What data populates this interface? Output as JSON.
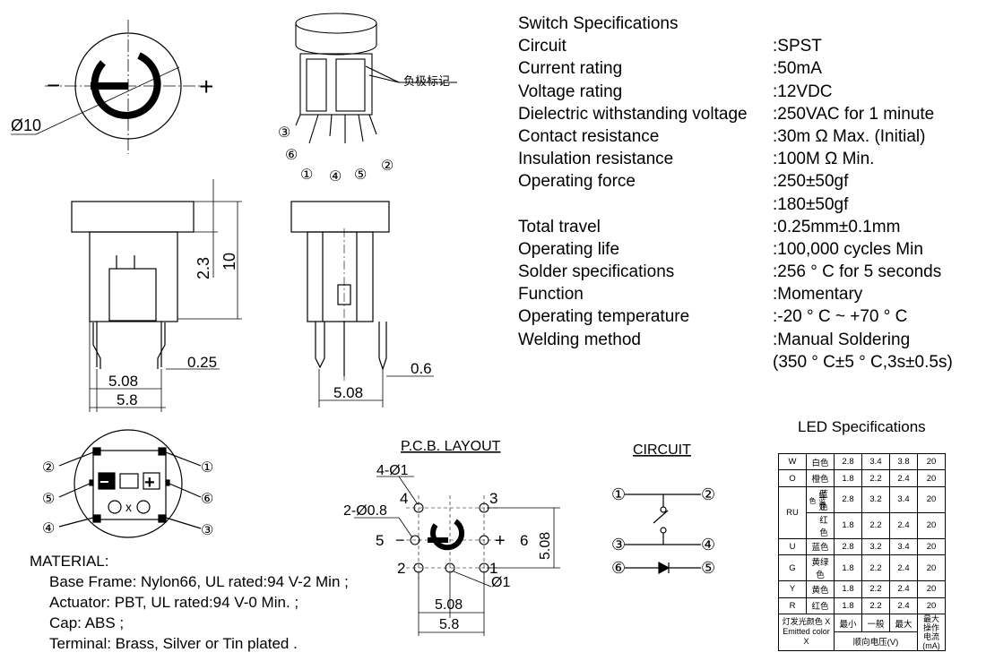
{
  "specs": {
    "title": "Switch Specifications",
    "rows": [
      {
        "k": "Circuit",
        "v": ":SPST"
      },
      {
        "k": "Current rating",
        "v": ":50mA"
      },
      {
        "k": "Voltage rating",
        "v": ":12VDC"
      },
      {
        "k": "Dielectric withstanding voltage",
        "v": ":250VAC for 1 minute"
      },
      {
        "k": "Contact resistance",
        "v": ":30m Ω   Max. (Initial)"
      },
      {
        "k": "Insulation resistance",
        "v": ":100M Ω   Min."
      },
      {
        "k": "Operating force",
        "v": ":250±50gf"
      },
      {
        "k": "",
        "v": ":180±50gf"
      },
      {
        "k": "Total travel",
        "v": ":0.25mm±0.1mm"
      },
      {
        "k": "Operating life",
        "v": ":100,000 cycles Min"
      },
      {
        "k": "Solder specifications",
        "v": ":256 ° C for 5 seconds"
      },
      {
        "k": "Function",
        "v": ":Momentary"
      },
      {
        "k": "Operating temperature",
        "v": ":-20 ° C ~ +70 ° C"
      },
      {
        "k": "Welding method",
        "v": ":Manual Soldering"
      },
      {
        "k": "",
        "v": "(350 ° C±5 ° C,3s±0.5s)"
      }
    ]
  },
  "material": {
    "title": "MATERIAL:",
    "items": [
      "Base Frame: Nylon66, UL rated:94 V-2 Min ;",
      "Actuator:  PBT, UL rated:94 V-0 Min. ;",
      "Cap:  ABS ;",
      "Terminal: Brass, Silver or Tin plated ."
    ]
  },
  "top_view": {
    "minus": "−",
    "plus": "+",
    "dia": "Ø10"
  },
  "iso_view": {
    "neg_mark": "负极标记",
    "pins": [
      "③",
      "⑥",
      "①",
      "④",
      "⑤",
      "②"
    ]
  },
  "side_view": {
    "d_23": "2.3",
    "d_10": "10",
    "d_025": "0.25",
    "d_508": "5.08",
    "d_58": "5.8"
  },
  "front_view": {
    "d_06": "0.6",
    "d_508": "5.08"
  },
  "bottom_view": {
    "pins": [
      "②",
      "⑤",
      "④",
      "①",
      "⑥",
      "③"
    ],
    "x": "x",
    "minus": "−",
    "plus": "+"
  },
  "pcb": {
    "title": "P.C.B. LAYOUT",
    "hole4": "4-Ø1",
    "hole2": "2-Ø0.8",
    "hole1": "Ø1",
    "n1": "1",
    "n2": "2",
    "n3": "3",
    "n4": "4",
    "n5": "5",
    "n6": "6",
    "minus": "−",
    "plus": "+",
    "d_508v": "5.08",
    "d_508h": "5.08",
    "d_58": "5.8"
  },
  "circuit": {
    "title": "CIRCUIT",
    "pins": [
      "①",
      "②",
      "③",
      "④",
      "⑥",
      "⑤"
    ]
  },
  "led": {
    "title": "LED Specifications",
    "rows": [
      [
        "W",
        "白色",
        "2.8",
        "3.4",
        "3.8",
        "20"
      ],
      [
        "O",
        "橙色",
        "1.8",
        "2.2",
        "2.4",
        "20"
      ],
      [
        "RU",
        "蓝色",
        "2.8",
        "3.2",
        "3.4",
        "20"
      ],
      [
        "",
        "红色",
        "1.8",
        "2.2",
        "2.4",
        "20"
      ],
      [
        "U",
        "蓝色",
        "2.8",
        "3.2",
        "3.4",
        "20"
      ],
      [
        "G",
        "黄绿色",
        "1.8",
        "2.2",
        "2.4",
        "20"
      ],
      [
        "Y",
        "黄色",
        "1.8",
        "2.2",
        "2.4",
        "20"
      ],
      [
        "R",
        "红色",
        "1.8",
        "2.2",
        "2.4",
        "20"
      ]
    ],
    "ru_vert": "红蓝双色",
    "foot_label": "灯发光颜色 X",
    "foot_label_en": "Emitted color X",
    "min": "最小",
    "typ": "一般",
    "max": "最大",
    "fwd": "顺向电压(V)",
    "maxcur": "最大操作电流(mA)"
  }
}
